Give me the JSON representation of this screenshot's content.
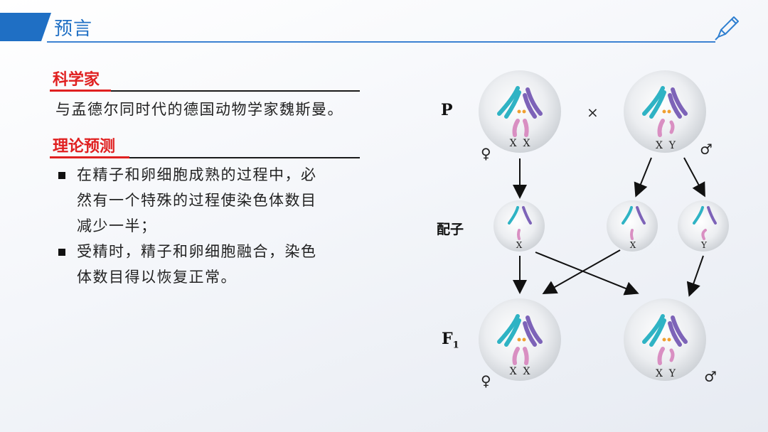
{
  "header": {
    "title": "预言"
  },
  "section1": {
    "heading": "科学家",
    "text": "与孟德尔同时代的德国动物学家魏斯曼。"
  },
  "section2": {
    "heading": "理论预测",
    "bullets": [
      {
        "line1": "在精子和卵细胞成熟的过程中，必",
        "line2": "然有一个特殊的过程使染色体数目",
        "line3": "减少一半；"
      },
      {
        "line1": "受精时，精子和卵细胞融合，染色",
        "line2": "体数目得以恢复正常。"
      }
    ]
  },
  "diagram": {
    "row_p": "P",
    "row_gamete": "配子",
    "row_f1": "F",
    "row_f1_sub": "1",
    "cross_symbol": "×",
    "female_symbol": "♀",
    "male_symbol": "♂",
    "female_chrom": "X  X",
    "male_chrom": "X  Y",
    "gamete_x": "X",
    "gamete_y": "Y"
  },
  "colors": {
    "accent_blue": "#1f6fc4",
    "heading_red": "#e02020",
    "chrom_teal": "#2fb3c4",
    "chrom_purple": "#7d63b8",
    "chrom_pink": "#d98fc2",
    "centromere": "#f0a030"
  }
}
